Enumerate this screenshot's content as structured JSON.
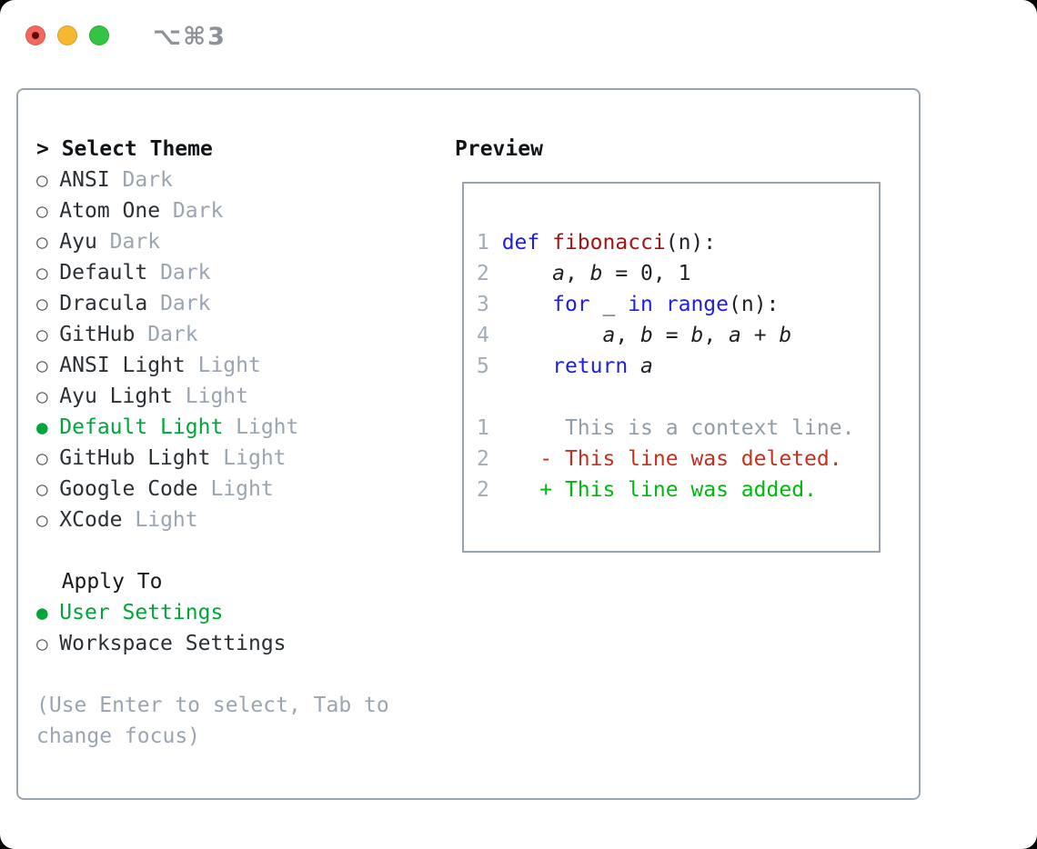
{
  "titlebar": {
    "shortcut": "⌥⌘3",
    "traffic_lights": [
      {
        "name": "close",
        "color": "#f2685f",
        "focused_dot": "#5f0b02"
      },
      {
        "name": "minimize",
        "color": "#f7b731"
      },
      {
        "name": "zoom",
        "color": "#33c345"
      }
    ]
  },
  "theme_picker": {
    "prompt": ">",
    "title": "Select Theme",
    "radio_unselected": "○",
    "radio_selected": "●",
    "items": [
      {
        "label": "ANSI",
        "variant": "Dark",
        "selected": false
      },
      {
        "label": "Atom One",
        "variant": "Dark",
        "selected": false
      },
      {
        "label": "Ayu",
        "variant": "Dark",
        "selected": false
      },
      {
        "label": "Default",
        "variant": "Dark",
        "selected": false
      },
      {
        "label": "Dracula",
        "variant": "Dark",
        "selected": false
      },
      {
        "label": "GitHub",
        "variant": "Dark",
        "selected": false
      },
      {
        "label": "ANSI Light",
        "variant": "Light",
        "selected": false
      },
      {
        "label": "Ayu Light",
        "variant": "Light",
        "selected": false
      },
      {
        "label": "Default Light",
        "variant": "Light",
        "selected": true
      },
      {
        "label": "GitHub Light",
        "variant": "Light",
        "selected": false
      },
      {
        "label": "Google Code",
        "variant": "Light",
        "selected": false
      },
      {
        "label": "XCode",
        "variant": "Light",
        "selected": false
      }
    ],
    "apply_to": {
      "title": "Apply To",
      "options": [
        {
          "label": "User Settings",
          "selected": true
        },
        {
          "label": "Workspace Settings",
          "selected": false
        }
      ]
    },
    "help": "(Use Enter to select, Tab to change focus)"
  },
  "preview": {
    "title": "Preview",
    "code_lines": [
      {
        "segs": [
          {
            "t": "1 ",
            "c": "ln"
          },
          {
            "t": "def",
            "c": "kw"
          },
          {
            "t": " ",
            "c": "plain"
          },
          {
            "t": "fibonacci",
            "c": "fn"
          },
          {
            "t": "(n):",
            "c": "plain"
          }
        ]
      },
      {
        "segs": [
          {
            "t": "2 ",
            "c": "ln"
          },
          {
            "t": "    ",
            "c": "plain"
          },
          {
            "t": "a",
            "c": "var"
          },
          {
            "t": ", ",
            "c": "plain"
          },
          {
            "t": "b",
            "c": "var"
          },
          {
            "t": " = 0, 1",
            "c": "plain"
          }
        ]
      },
      {
        "segs": [
          {
            "t": "3 ",
            "c": "ln"
          },
          {
            "t": "    ",
            "c": "plain"
          },
          {
            "t": "for",
            "c": "kw"
          },
          {
            "t": " _ ",
            "c": "plain"
          },
          {
            "t": "in",
            "c": "kw"
          },
          {
            "t": " ",
            "c": "plain"
          },
          {
            "t": "range",
            "c": "kw"
          },
          {
            "t": "(n):",
            "c": "plain"
          }
        ]
      },
      {
        "segs": [
          {
            "t": "4 ",
            "c": "ln"
          },
          {
            "t": "        ",
            "c": "plain"
          },
          {
            "t": "a",
            "c": "var"
          },
          {
            "t": ", ",
            "c": "plain"
          },
          {
            "t": "b",
            "c": "var"
          },
          {
            "t": " = ",
            "c": "plain"
          },
          {
            "t": "b",
            "c": "var"
          },
          {
            "t": ", ",
            "c": "plain"
          },
          {
            "t": "a",
            "c": "var"
          },
          {
            "t": " + ",
            "c": "plain"
          },
          {
            "t": "b",
            "c": "var"
          }
        ]
      },
      {
        "segs": [
          {
            "t": "5 ",
            "c": "ln"
          },
          {
            "t": "    ",
            "c": "plain"
          },
          {
            "t": "return",
            "c": "kw"
          },
          {
            "t": " ",
            "c": "plain"
          },
          {
            "t": "a",
            "c": "var"
          }
        ]
      },
      {
        "segs": []
      },
      {
        "segs": [
          {
            "t": "1 ",
            "c": "ln"
          },
          {
            "t": "     This is a context line.",
            "c": "ctx"
          }
        ]
      },
      {
        "segs": [
          {
            "t": "2 ",
            "c": "ln"
          },
          {
            "t": "   ",
            "c": "plain"
          },
          {
            "t": "- This line was deleted.",
            "c": "del"
          }
        ]
      },
      {
        "segs": [
          {
            "t": "2 ",
            "c": "ln"
          },
          {
            "t": "   ",
            "c": "plain"
          },
          {
            "t": "+ This line was added.",
            "c": "add"
          }
        ]
      }
    ]
  },
  "colors": {
    "accent_green": "#00a63a",
    "diff_added_green": "#00b910",
    "diff_deleted_red": "#c5301f",
    "keyword_blue": "#1e1ee4",
    "function_red": "#a31515",
    "muted_gray": "#9aa5b1",
    "border_gray": "#9ba4af",
    "window_bg": "#ffffff"
  }
}
